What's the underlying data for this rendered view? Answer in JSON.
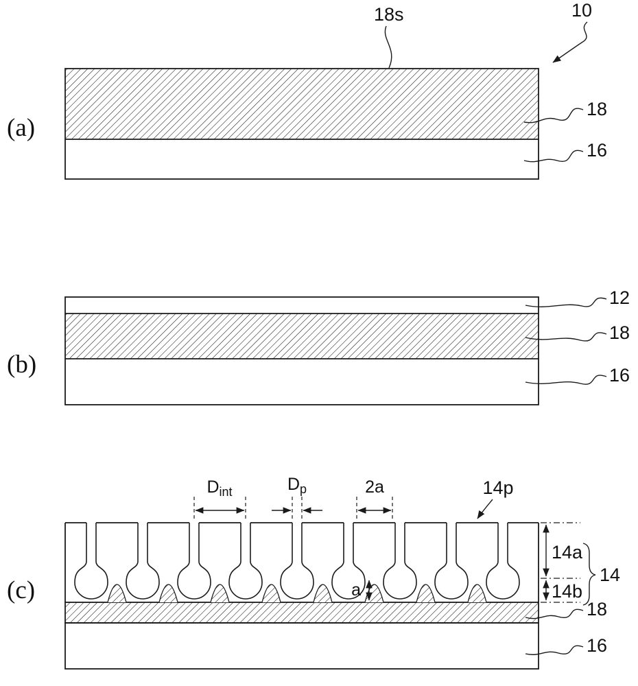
{
  "figure": {
    "type": "patent-cross-section-diagram",
    "colors": {
      "line": "#1a1a1a",
      "background": "#ffffff",
      "hatch": "#1a1a1a"
    }
  },
  "panel_a": {
    "label": "(a)",
    "ref_18s": "18s",
    "ref_10": "10",
    "ref_18": "18",
    "ref_16": "16"
  },
  "panel_b": {
    "label": "(b)",
    "ref_12": "12",
    "ref_18": "18",
    "ref_16": "16"
  },
  "panel_c": {
    "label": "(c)",
    "dim_interpore": {
      "main": "D",
      "sub": "int"
    },
    "dim_pore_diameter": {
      "main": "D",
      "sub": "p"
    },
    "dim_2a": "2a",
    "dim_a": "a",
    "ref_14p": "14p",
    "ref_14a": "14a",
    "ref_14b": "14b",
    "ref_14": "14",
    "ref_18": "18",
    "ref_16": "16"
  }
}
